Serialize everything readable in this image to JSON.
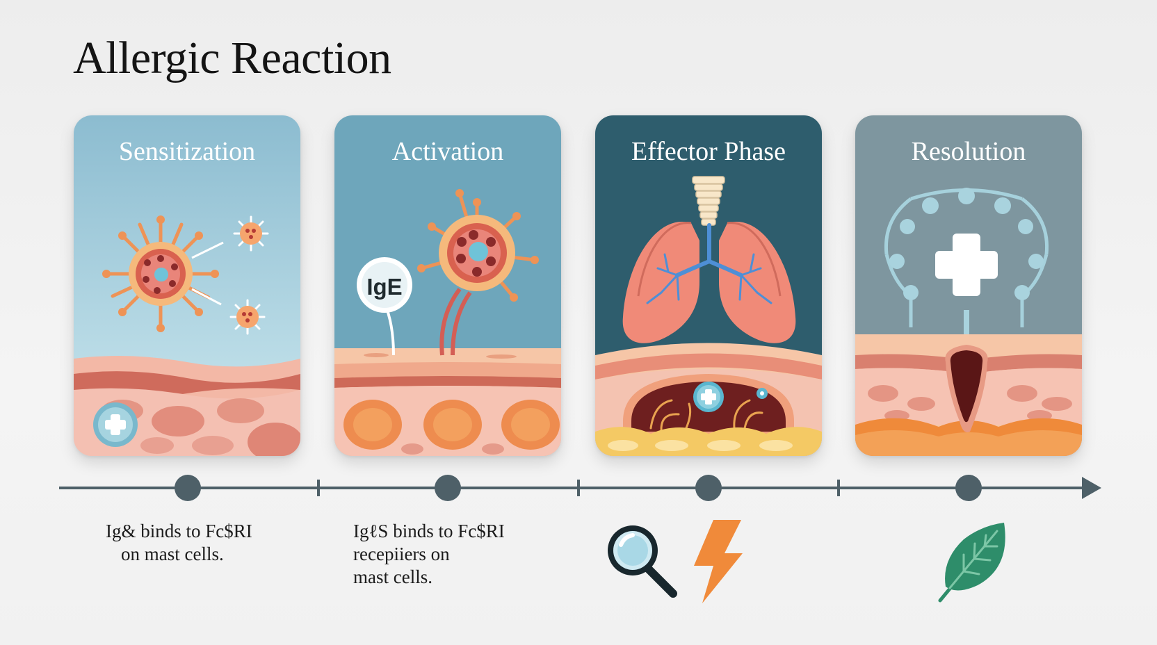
{
  "title": "Allergic Reaction",
  "stages": [
    {
      "title": "Sensitization",
      "bg": "#8fbfd2"
    },
    {
      "title": "Activation",
      "bg": "#6ea5ba",
      "badge": "IgE"
    },
    {
      "title": "Effector Phase",
      "bg": "#2f5e6e"
    },
    {
      "title": "Resolution",
      "bg": "#7d96a0"
    }
  ],
  "captions": [
    {
      "lines": [
        "Ig& binds to Fc$RI",
        "on mast cells."
      ]
    },
    {
      "lines": [
        "IgℓS binds to Fc$RI",
        "recepiiers on",
        "mast cells."
      ]
    }
  ],
  "icons": [
    "magnifier-icon",
    "lightning-icon",
    "leaf-icon"
  ],
  "colors": {
    "timeline": "#4e6068",
    "skin_top": "#f3b9a2",
    "skin_dark": "#d9806f",
    "lung": "#f08a78",
    "airway": "#4e8fd6",
    "lightning": "#f08a3a",
    "leaf": "#2e8d6a"
  }
}
